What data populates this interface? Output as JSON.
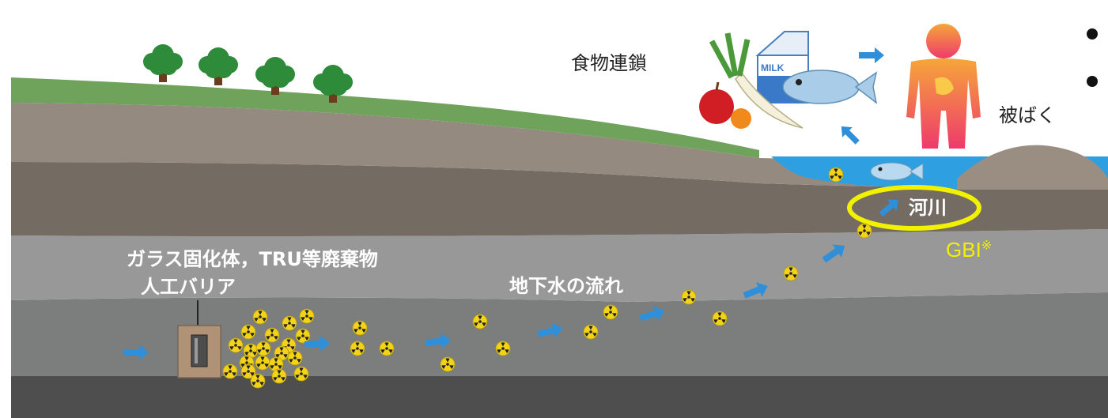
{
  "labels": {
    "food_chain": "食物連鎖",
    "exposure": "被ばく",
    "river": "河川",
    "gbi": "GBI",
    "gbi_mark": "※",
    "waste": "ガラス固化体，TRU等廃棄物",
    "barrier": "人工バリア",
    "groundwater": "地下水の流れ"
  },
  "milk_text": "MILK",
  "colors": {
    "flow_arrow": "#2f8fd8",
    "river_water": "#2e9fe0",
    "river_outline": "#f2f200",
    "grass": "#6fa35b",
    "nuclide_yellow": "#f3d31a",
    "human_top": "#f4a23c",
    "human_bottom": "#ee3a6c"
  },
  "icons": [
    "tree-icon",
    "human-icon",
    "vegetables-icon",
    "milk-carton-icon",
    "fish-icon",
    "radiation-icon",
    "flow-arrow-icon",
    "canister-icon"
  ]
}
